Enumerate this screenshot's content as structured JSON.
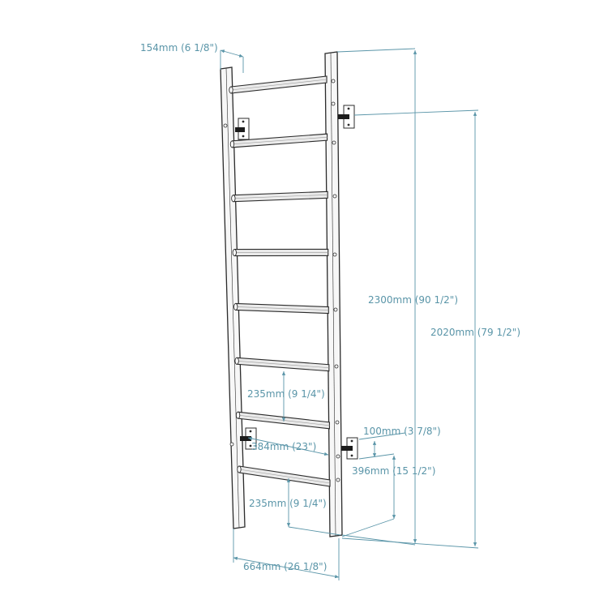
{
  "colors": {
    "dimension": "#5a95a8",
    "outline": "#2b2b2b",
    "rung_fill": "#ebebeb",
    "rail_fill": "#f7f7f7",
    "bolt": "#1c1c1c"
  },
  "icons": {
    "wall_bracket": "wall-bracket-icon",
    "bolt": "bolt-icon"
  },
  "rungs": {
    "count": 8
  },
  "dimensions": {
    "rail_depth": "154mm (6 1/8\")",
    "total_height": "2300mm (90 1/2\")",
    "bracket_span": "2020mm (79 1/2\")",
    "rung_spacing_upper": "235mm (9 1/4\")",
    "rung_spacing_lower": "235mm (9 1/4\")",
    "bracket_offset": "100mm (3 7/8\")",
    "rung_length": "384mm (23\")",
    "bottom_bracket_height": "396mm (15 1/2\")",
    "total_width": "664mm (26 1/8\")"
  }
}
